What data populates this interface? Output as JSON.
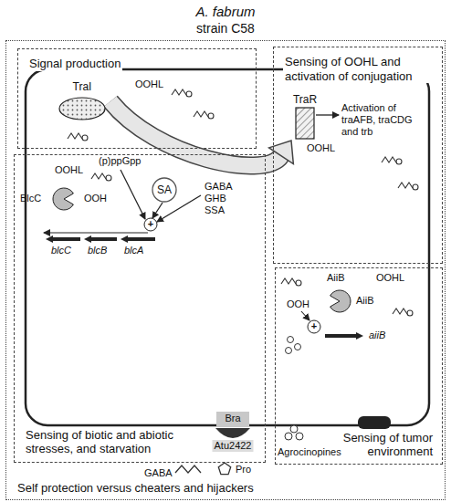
{
  "diagram": {
    "title": "A. fabrum",
    "nodes": [
      {
        "text": [
          "Self protection versus cheaters and hijackers"
        ]
      },
      {
        "text": [
          "Signal production"
        ],
        "in": 0
      },
      {
        "text": [
          "Sensing of OOHL and activation of conjugation"
        ],
        "in": 0
      },
      {
        "text": [
          "Sensing of biotic and abiotic stresses, and starvation"
        ],
        "in": 0
      },
      {
        "text": [
          "Sensing of tumor environment"
        ],
        "in": 0
      },
      {
        "text": [
          "TraI"
        ],
        "in": 1
      },
      {
        "text": [
          "TraR"
        ],
        "in": 2
      },
      {
        "text": [
          "SA"
        ],
        "in": 3
      },
      {
        "text": [
          "Bra"
        ],
        "in": 3
      },
      {
        "text": [
          "Atu2422"
        ],
        "in": 3
      }
    ],
    "edges": [
      {
        "from": 5,
        "to": 6,
        "arrow": "to"
      }
    ],
    "labels": [
      "strain C58",
      "OOHL",
      "OOHL",
      "Activation of traAFB, traCDG and trb",
      "(p)ppGpp",
      "GABA",
      "GHB",
      "SSA",
      "OOHL",
      "BlcC",
      "OOH",
      "+",
      "blcC",
      "blcB",
      "blcA",
      "AiiB",
      "OOHL",
      "AiiB",
      "OOH",
      "+",
      "aiiB",
      "Agrocinopines",
      "GABA",
      "Pro"
    ]
  }
}
